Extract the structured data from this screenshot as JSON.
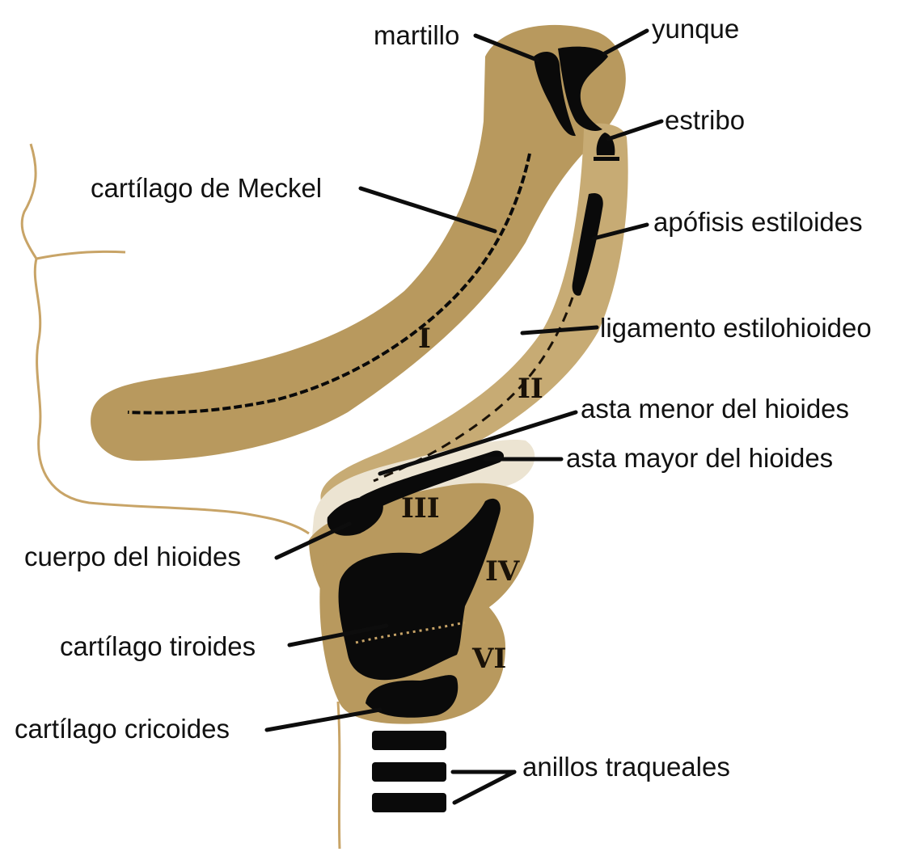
{
  "labels": {
    "martillo": "martillo",
    "yunque": "yunque",
    "estribo": "estribo",
    "meckel": "cartílago de Meckel",
    "apofisis": "apófisis estiloides",
    "ligamento": "ligamento estilohioideo",
    "asta_menor": "asta menor del hioides",
    "asta_mayor": "asta mayor del hioides",
    "cuerpo_hioides": "cuerpo del hioides",
    "tiroides": "cartílago tiroides",
    "cricoides": "cartílago cricoides",
    "anillos": "anillos traqueales"
  },
  "arches": {
    "first": "I",
    "second": "II",
    "third": "III",
    "fourth": "IV",
    "sixth": "VI"
  },
  "colors": {
    "arch_fill": "#b8995e",
    "arch_light": "#d4bf94",
    "hyoid_pale": "#ece4d2",
    "cartilage": "#0a0a0a",
    "outline": "#c9a060"
  }
}
